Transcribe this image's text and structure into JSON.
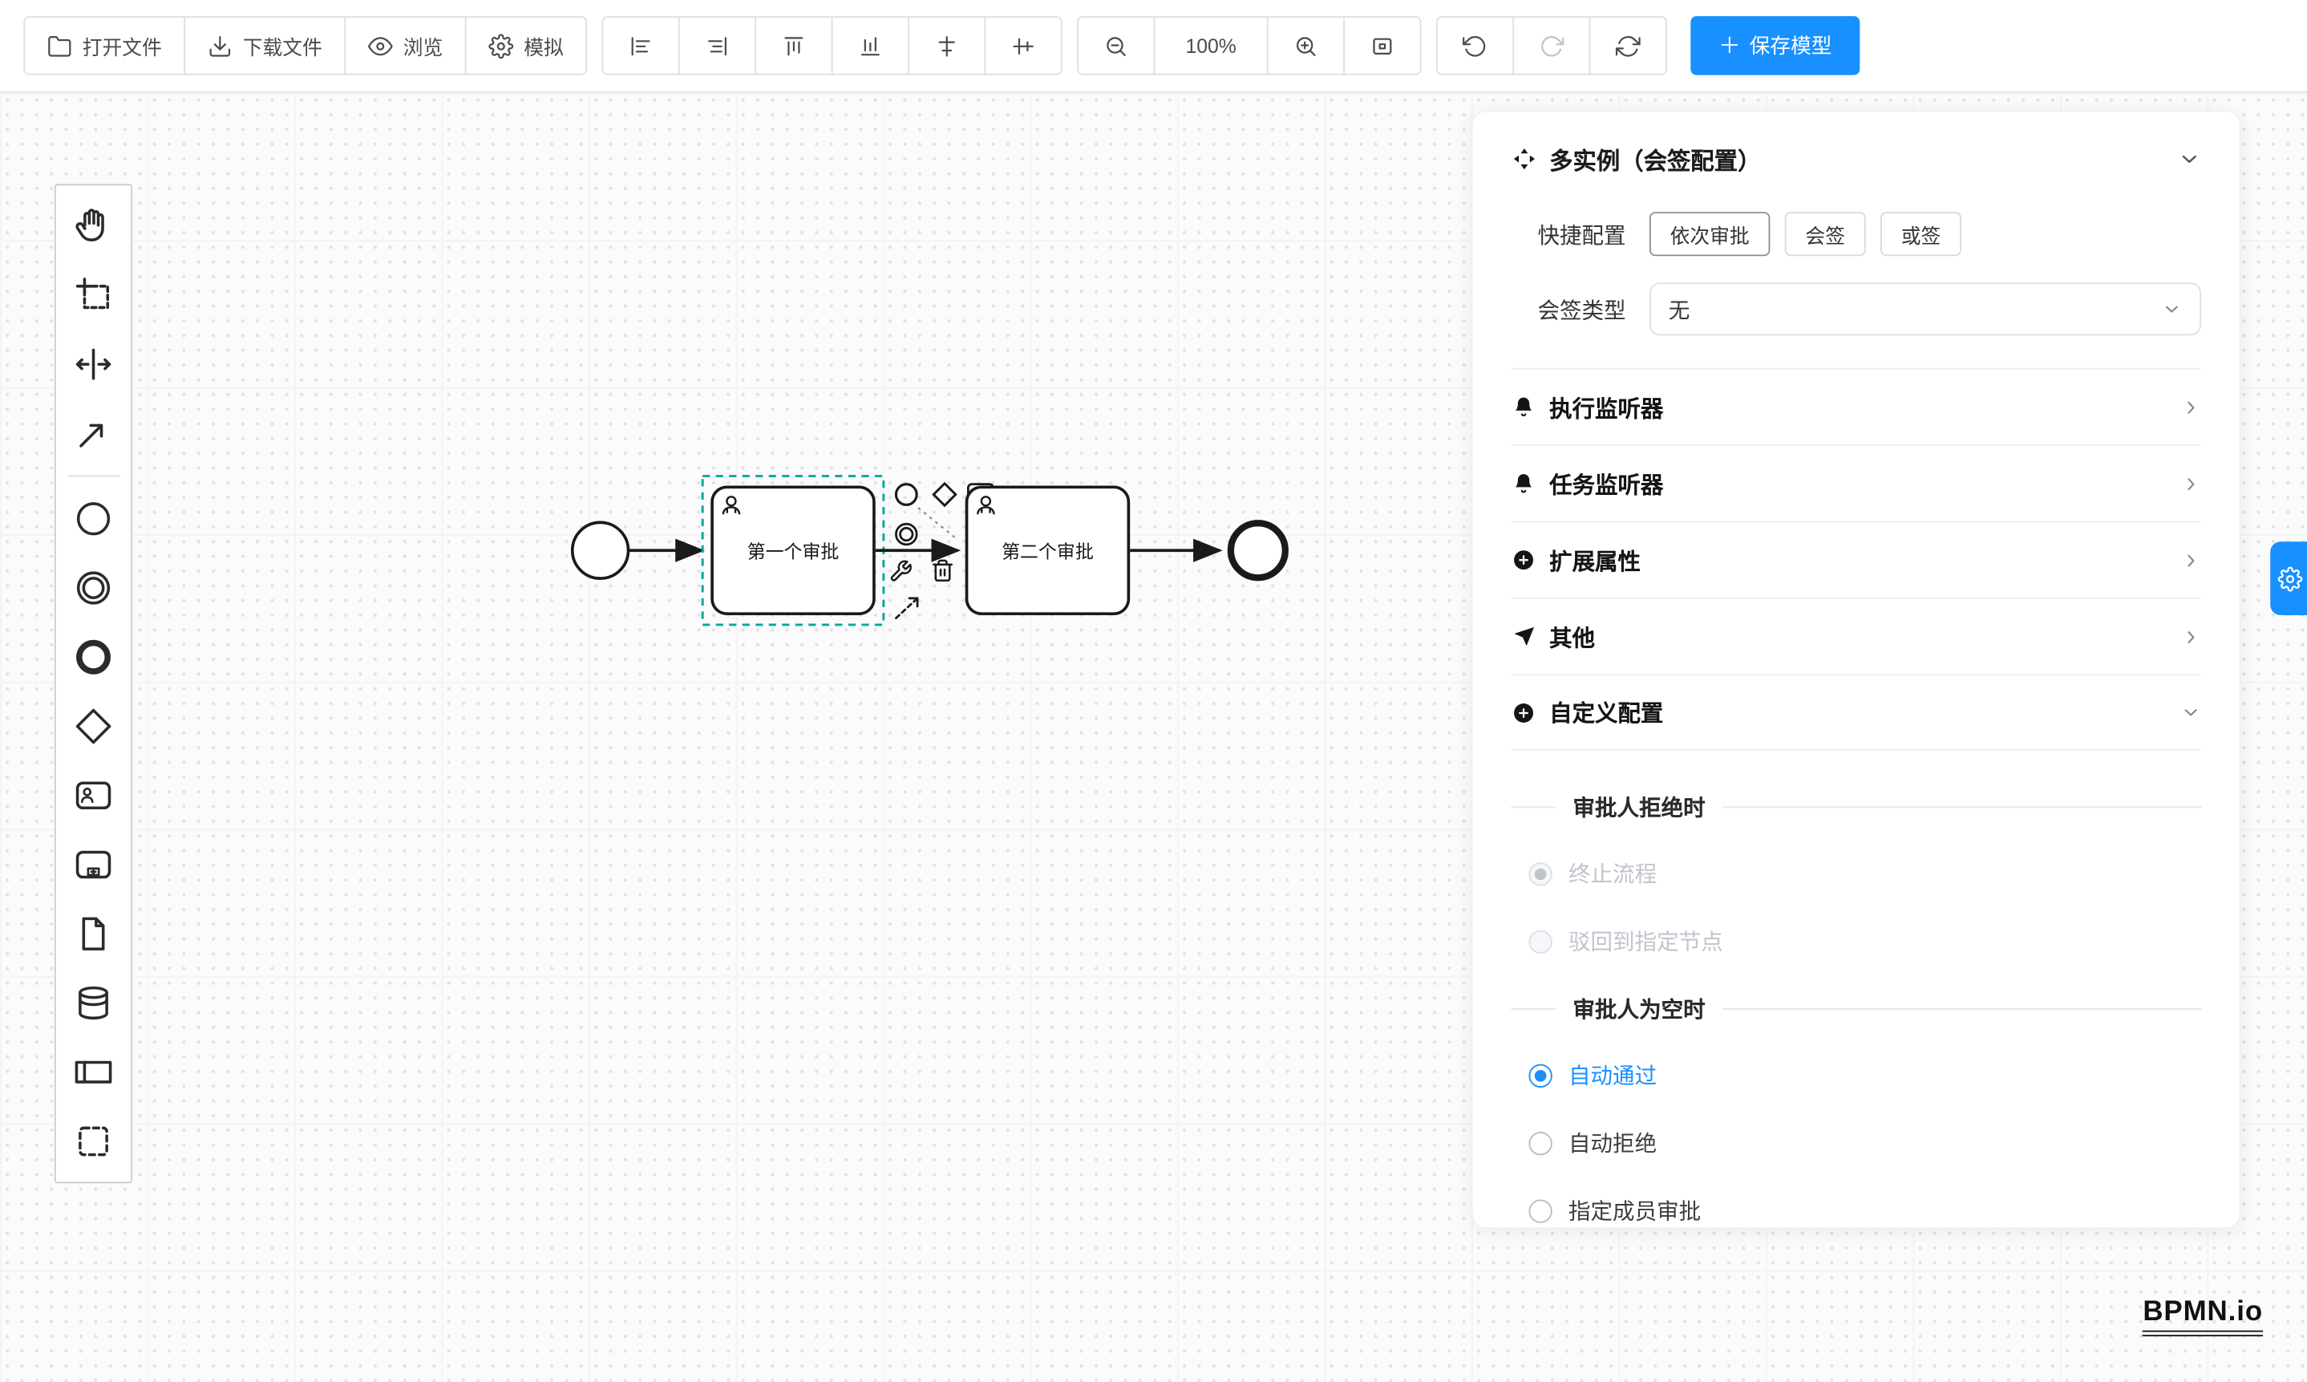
{
  "toolbar": {
    "open_file": "打开文件",
    "download_file": "下载文件",
    "preview": "浏览",
    "simulate": "模拟",
    "zoom_level": "100%",
    "save_model": "保存模型",
    "plus_glyph": "＋"
  },
  "diagram": {
    "task1_label": "第一个审批",
    "task2_label": "第二个审批"
  },
  "panel": {
    "title": "多实例（会签配置）",
    "quick_config_label": "快捷配置",
    "quick_options": [
      "依次审批",
      "会签",
      "或签"
    ],
    "sign_type_label": "会签类型",
    "sign_type_value": "无",
    "sections": {
      "execution_listener": "执行监听器",
      "task_listener": "任务监听器",
      "extended_properties": "扩展属性",
      "other": "其他",
      "custom_config": "自定义配置"
    },
    "approver_reject_title": "审批人拒绝时",
    "reject_options": {
      "terminate": "终止流程",
      "return_to_node": "驳回到指定节点"
    },
    "approver_empty_title": "审批人为空时",
    "empty_options": {
      "auto_pass": "自动通过",
      "auto_reject": "自动拒绝",
      "assign_member": "指定成员审批"
    }
  },
  "logo_text": "BPMN.io",
  "colors": {
    "accent": "#1890ff",
    "selection_outline": "#00a99b",
    "disabled_text": "#c0c4cc",
    "shape_stroke": "#1a1a1a"
  }
}
